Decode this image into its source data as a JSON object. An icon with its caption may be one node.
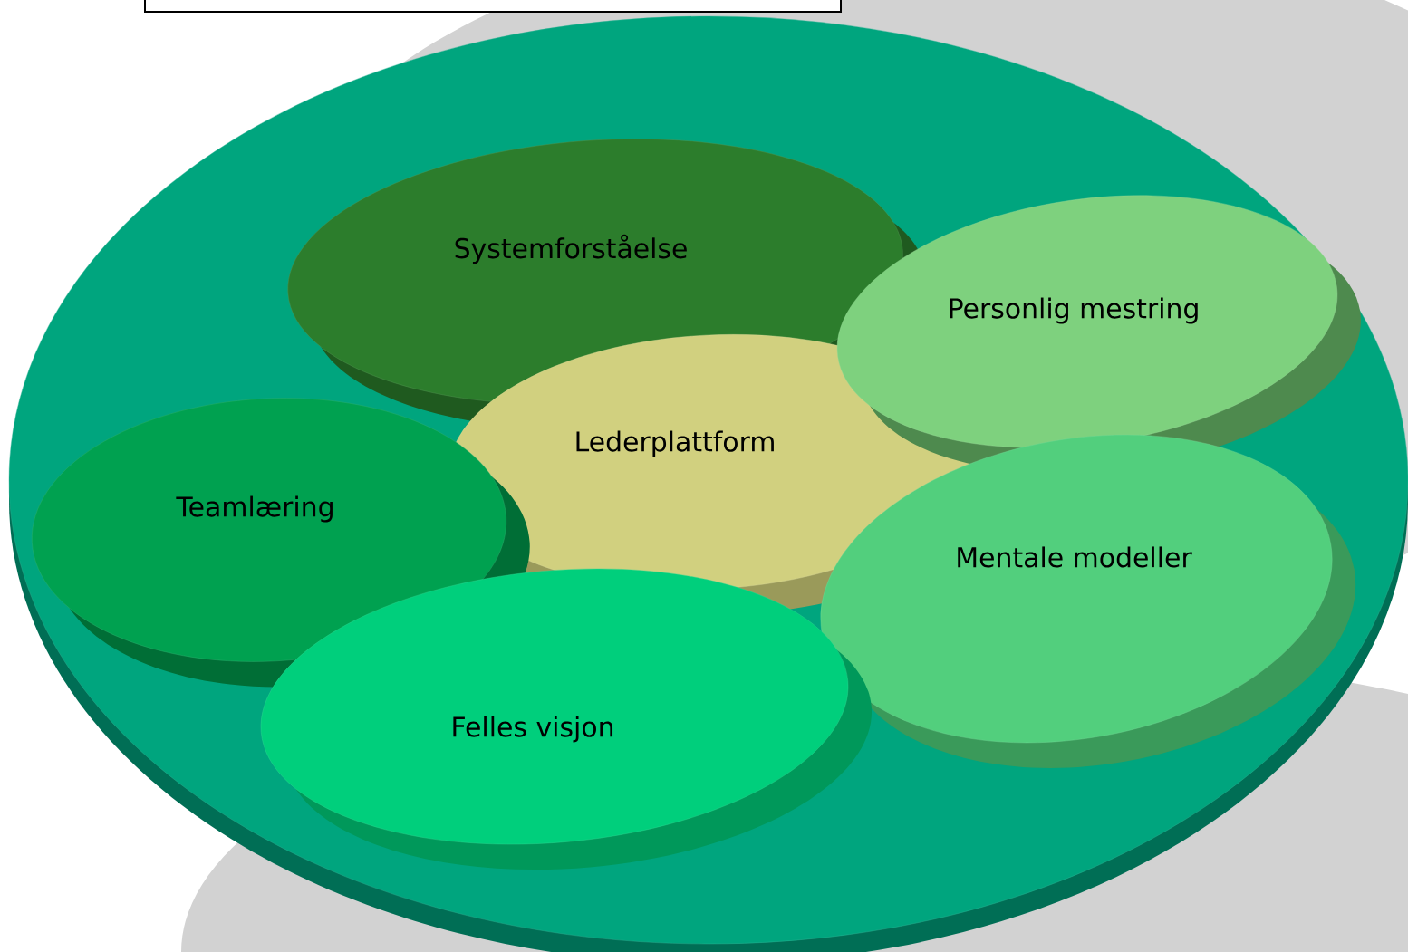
{
  "diagram": {
    "nodes": [
      {
        "text": [],
        "shape": "circle"
      },
      {
        "text": [
          "Systemforståelse"
        ],
        "in": 0
      },
      {
        "text": [
          "Personlig mestring"
        ],
        "in": 0
      },
      {
        "text": [
          "Lederplattform"
        ],
        "in": 0
      },
      {
        "text": [
          "Teamlæring"
        ],
        "in": 0
      },
      {
        "text": [
          "Mentale modeller"
        ],
        "in": 0
      },
      {
        "text": [
          "Felles visjon"
        ],
        "in": 0
      }
    ]
  }
}
